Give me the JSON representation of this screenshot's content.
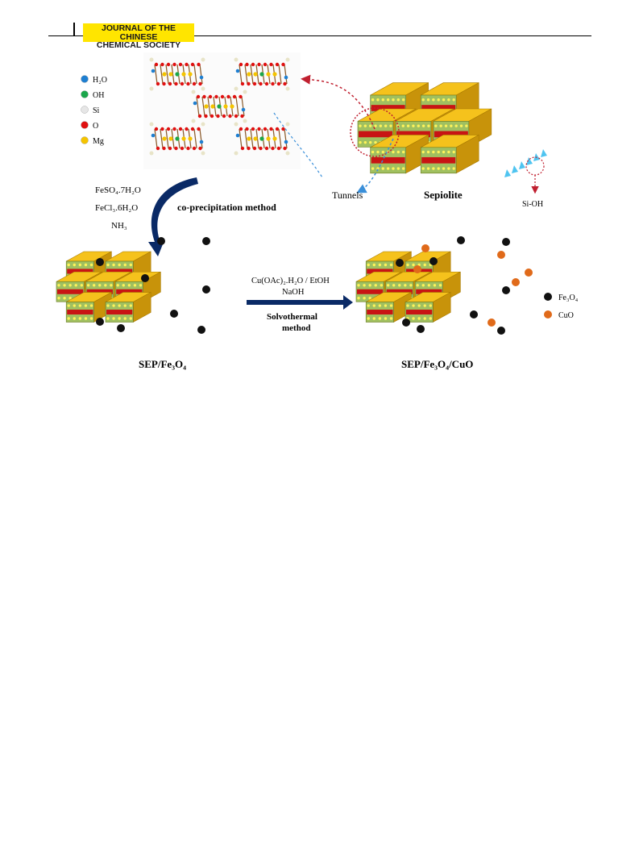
{
  "header": {
    "journal_line1": "JOURNAL OF THE CHINESE",
    "journal_line2": "CHEMICAL SOCIETY"
  },
  "legend_atoms": [
    {
      "label": "H₂O",
      "color": "#1e7fd1"
    },
    {
      "label": "OH",
      "color": "#1aa64b"
    },
    {
      "label": "Si",
      "color": "#e6e6e6"
    },
    {
      "label": "O",
      "color": "#e01010"
    },
    {
      "label": "Mg",
      "color": "#f5c400"
    }
  ],
  "reagents": [
    "FeSO₄.7H₂O",
    "FeCl₃.6H₂O",
    "NH₃"
  ],
  "method_coprecip": "co-precipitation method",
  "label_tunnels": "Tunnels",
  "label_sepiolite": "Sepiolite",
  "label_sioh": "Si-OH",
  "solvothermal_reagent1": "Cu(OAc)₂.H₂O / EtOH",
  "solvothermal_reagent2": "NaOH",
  "solvothermal_method1": "Solvothermal",
  "solvothermal_method2": "method",
  "label_sep_fe3o4": "SEP/Fe₃O₄",
  "label_sep_fe3o4_cuo": "SEP/Fe₃O₄/CuO",
  "legend_particles": [
    {
      "label": "Fe₃O₄",
      "color": "#111111"
    },
    {
      "label": "CuO",
      "color": "#e06a1a"
    }
  ]
}
